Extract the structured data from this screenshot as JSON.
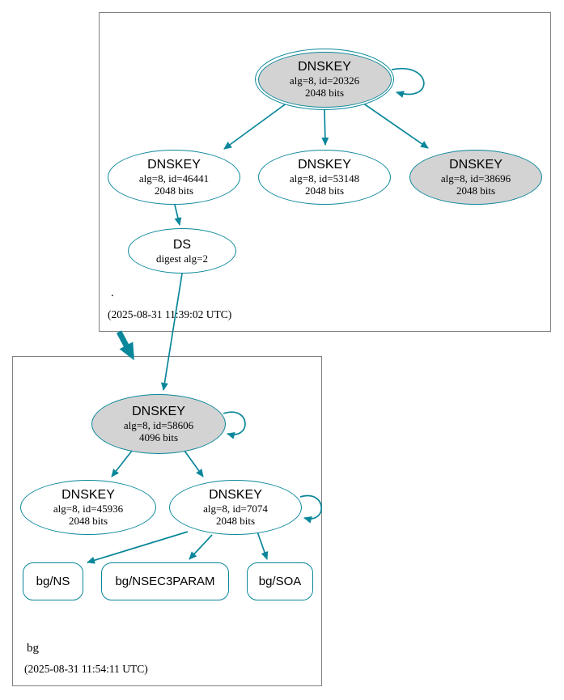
{
  "diagram": {
    "type": "dnssec-authentication-chain",
    "colors": {
      "edge": "#0a879a",
      "ksk_fill": "#d3d3d3",
      "zsk_fill": "#ffffff",
      "cluster_border": "#808080",
      "text": "#000000"
    }
  },
  "zones": [
    {
      "name": ".",
      "timestamp": "(2025-08-31 11:39:02 UTC)",
      "nodes": [
        {
          "title": "DNSKEY",
          "line1": "alg=8, id=20326",
          "line2": "2048 bits"
        },
        {
          "title": "DNSKEY",
          "line1": "alg=8, id=46441",
          "line2": "2048 bits"
        },
        {
          "title": "DNSKEY",
          "line1": "alg=8, id=53148",
          "line2": "2048 bits"
        },
        {
          "title": "DNSKEY",
          "line1": "alg=8, id=38696",
          "line2": "2048 bits"
        },
        {
          "title": "DS",
          "line1": "digest alg=2"
        }
      ]
    },
    {
      "name": "bg",
      "timestamp": "(2025-08-31 11:54:11 UTC)",
      "nodes": [
        {
          "title": "DNSKEY",
          "line1": "alg=8, id=58606",
          "line2": "4096 bits"
        },
        {
          "title": "DNSKEY",
          "line1": "alg=8, id=45936",
          "line2": "2048 bits"
        },
        {
          "title": "DNSKEY",
          "line1": "alg=8, id=7074",
          "line2": "2048 bits"
        }
      ],
      "rrsets": [
        {
          "label": "bg/NS"
        },
        {
          "label": "bg/NSEC3PARAM"
        },
        {
          "label": "bg/SOA"
        }
      ]
    }
  ],
  "edges": [
    {
      "from": "dnskey-20326",
      "to": "dnskey-20326",
      "kind": "self-sign"
    },
    {
      "from": "dnskey-20326",
      "to": "dnskey-46441",
      "kind": "sign"
    },
    {
      "from": "dnskey-20326",
      "to": "dnskey-53148",
      "kind": "sign"
    },
    {
      "from": "dnskey-20326",
      "to": "dnskey-38696",
      "kind": "sign"
    },
    {
      "from": "dnskey-46441",
      "to": "ds-bg",
      "kind": "sign"
    },
    {
      "from": "ds-bg",
      "to": "dnskey-58606",
      "kind": "ds-to-dnskey"
    },
    {
      "from": "zone-root",
      "to": "zone-bg",
      "kind": "delegation"
    },
    {
      "from": "dnskey-58606",
      "to": "dnskey-58606",
      "kind": "self-sign"
    },
    {
      "from": "dnskey-58606",
      "to": "dnskey-45936",
      "kind": "sign"
    },
    {
      "from": "dnskey-58606",
      "to": "dnskey-7074",
      "kind": "sign"
    },
    {
      "from": "dnskey-7074",
      "to": "dnskey-7074",
      "kind": "self-sign"
    },
    {
      "from": "dnskey-7074",
      "to": "rrset-bg-ns",
      "kind": "sign"
    },
    {
      "from": "dnskey-7074",
      "to": "rrset-bg-nsec3param",
      "kind": "sign"
    },
    {
      "from": "dnskey-7074",
      "to": "rrset-bg-soa",
      "kind": "sign"
    }
  ]
}
